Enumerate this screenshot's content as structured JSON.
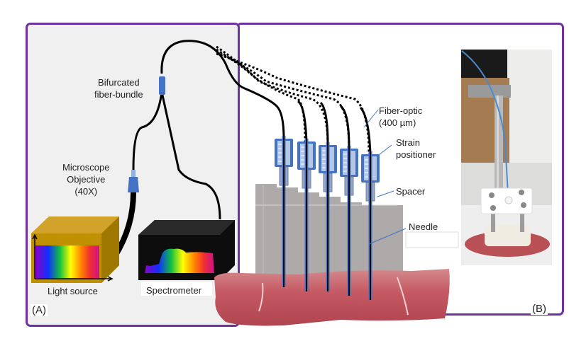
{
  "figure": {
    "panel_a": {
      "tag": "(A)",
      "labels": {
        "bifurcated_line1": "Bifurcated",
        "bifurcated_line2": "fiber-bundle",
        "objective_line1": "Microscope",
        "objective_line2": "Objective",
        "objective_line3": "(40X)",
        "light_source": "Light source",
        "spectrometer": "Spectrometer"
      }
    },
    "panel_b": {
      "tag": "(B)",
      "labels": {
        "fiber_optic_line1": "Fiber-optic",
        "fiber_optic_line2": "(400 µm)",
        "strain_line1": "Strain",
        "strain_line2": "positioner",
        "spacer": "Spacer",
        "needle": "Needle"
      },
      "probe_count": 5,
      "photo_description": "Photograph of probe holder with blue fiber-optic inserted into tissue sample"
    },
    "colors": {
      "panel_border": "#7030a0",
      "panel_a_bg": "#f0f0f0",
      "connector_blue": "#4472c4",
      "light_source_box": "#bf9000",
      "spectrometer_box": "#0d0d0d",
      "block_gray": "#aeaaaa",
      "tissue": "#c9606a"
    }
  }
}
